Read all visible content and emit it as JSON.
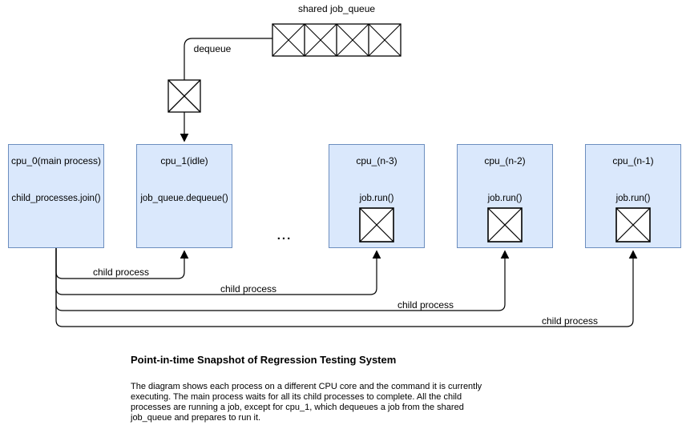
{
  "diagram": {
    "queue": {
      "label": "shared job_queue",
      "cells": 4
    },
    "dequeue_label": "dequeue",
    "ellipsis": "...",
    "cpus": [
      {
        "title": "cpu_0(main process)",
        "command": "child_processes.join()",
        "has_job": false
      },
      {
        "title": "cpu_1(idle)",
        "command": "job_queue.dequeue()",
        "has_job": false
      },
      {
        "title": "cpu_(n-3)",
        "command": "job.run()",
        "has_job": true
      },
      {
        "title": "cpu_(n-2)",
        "command": "job.run()",
        "has_job": true
      },
      {
        "title": "cpu_(n-1)",
        "command": "job.run()",
        "has_job": true
      }
    ],
    "child_process_labels": [
      "child process",
      "child process",
      "child process",
      "child process"
    ],
    "colors": {
      "box_fill": "#dae8fc",
      "box_border": "#6c8ebf",
      "line": "#000000",
      "shape_fill": "#ffffff"
    }
  },
  "caption": {
    "title": "Point-in-time Snapshot of Regression Testing System",
    "body_lines": [
      "The diagram shows each process on a different CPU core and the command it is currently",
      "executing. The main process waits for all its child processes to complete. All the child",
      "processes are running a job, except for cpu_1, which dequeues a job from the shared",
      "job_queue and prepares to run it."
    ]
  }
}
